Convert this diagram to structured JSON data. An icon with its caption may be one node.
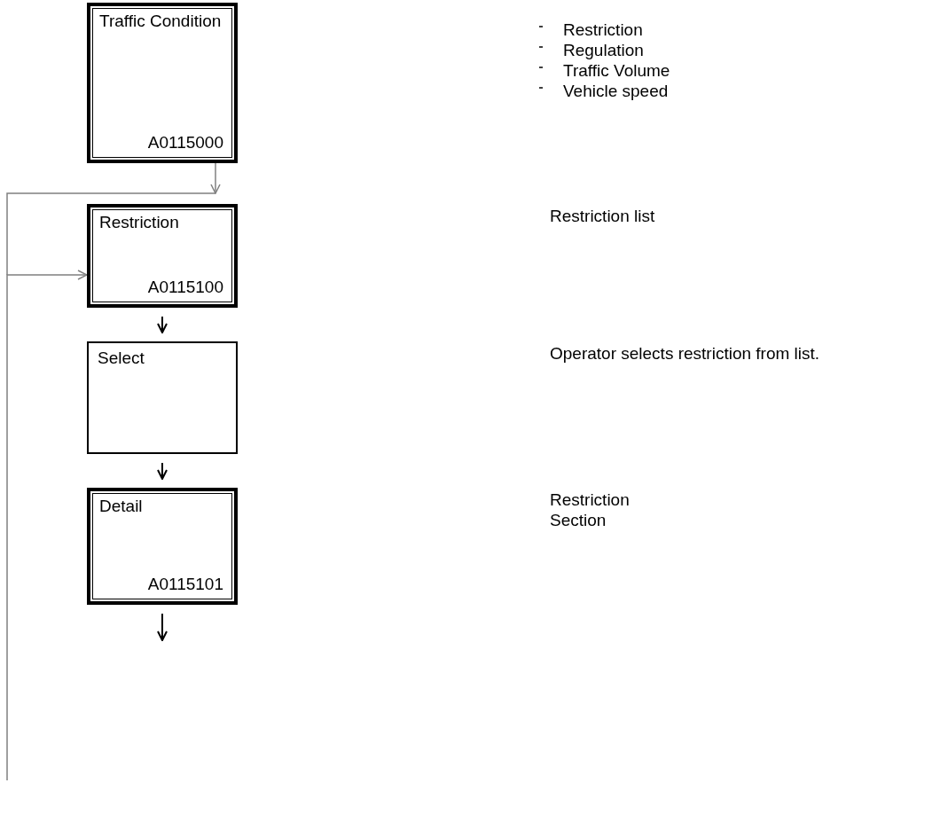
{
  "diagram": {
    "nodes": [
      {
        "text": [
          "Traffic Condition",
          "A0115000"
        ]
      },
      {
        "text": [
          "Restriction",
          "A0115100"
        ]
      },
      {
        "text": [
          "Select"
        ]
      },
      {
        "text": [
          "Detail",
          "A0115101"
        ]
      }
    ],
    "edges": [
      {
        "from": 0,
        "to": 1,
        "arrow": "to",
        "color": "#808080"
      },
      {
        "from": 1,
        "to": 2,
        "arrow": "to"
      },
      {
        "from": 2,
        "to": 3,
        "arrow": "to"
      },
      {
        "from": 3,
        "to": null,
        "arrow": "to"
      },
      {
        "from": null,
        "to": 1,
        "arrow": "to",
        "color": "#808080"
      }
    ],
    "labels": [
      "Restriction",
      "Regulation",
      "Traffic Volume",
      "Vehicle speed",
      "Restriction list",
      "Operator selects restriction from list.",
      "Restriction",
      "Section"
    ]
  }
}
